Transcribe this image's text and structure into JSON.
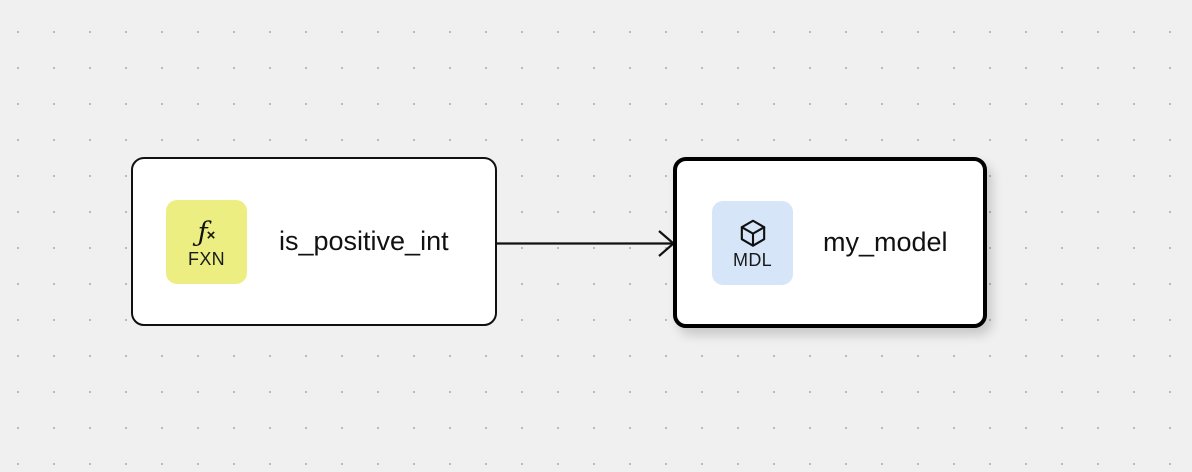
{
  "canvas": {
    "background_color": "#f0f0f0",
    "dot_color": "#b9b9bd",
    "grid_spacing": 36
  },
  "nodes": [
    {
      "id": "is_positive_int",
      "title": "is_positive_int",
      "badge_label": "FXN",
      "badge_glyph": "fx",
      "badge_color": "#ecee82",
      "icon_name": "function-fx-icon",
      "selected": false
    },
    {
      "id": "my_model",
      "title": "my_model",
      "badge_label": "MDL",
      "badge_color": "#d6e5f8",
      "icon_name": "cube-3d-icon",
      "selected": true
    }
  ],
  "edges": [
    {
      "id": "edge-fxn-to-mdl",
      "from": "is_positive_int",
      "to": "my_model",
      "color": "#111111",
      "arrowhead": "open-chevron"
    }
  ]
}
